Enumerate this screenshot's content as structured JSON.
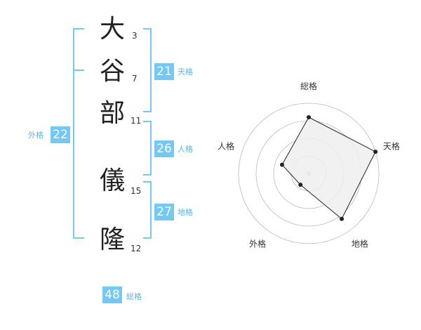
{
  "name": {
    "chars": [
      {
        "char": "大",
        "strokes": "3"
      },
      {
        "char": "谷",
        "strokes": "7"
      },
      {
        "char": "部",
        "strokes": "11"
      },
      {
        "char": "儀",
        "strokes": "15"
      },
      {
        "char": "隆",
        "strokes": "12"
      }
    ]
  },
  "fortune": {
    "tenkaku": {
      "value": "21",
      "label": "天格"
    },
    "jinkaku": {
      "value": "26",
      "label": "人格"
    },
    "chikaku": {
      "value": "27",
      "label": "地格"
    },
    "gaikaku": {
      "value": "22",
      "label": "外格"
    },
    "soukaku": {
      "value": "48",
      "label": "総格"
    }
  },
  "chart_data": {
    "type": "radar",
    "axes": [
      "総格",
      "天格",
      "地格",
      "外格",
      "人格"
    ],
    "values": [
      4,
      5,
      4,
      1,
      2
    ],
    "max": 5,
    "rings": 4,
    "colors": {
      "line": "#222222",
      "fill": "#eeeeee",
      "grid": "#bbbbbb",
      "center": "#bbbbbb"
    }
  },
  "colors": {
    "accent": "#74c8f4"
  }
}
